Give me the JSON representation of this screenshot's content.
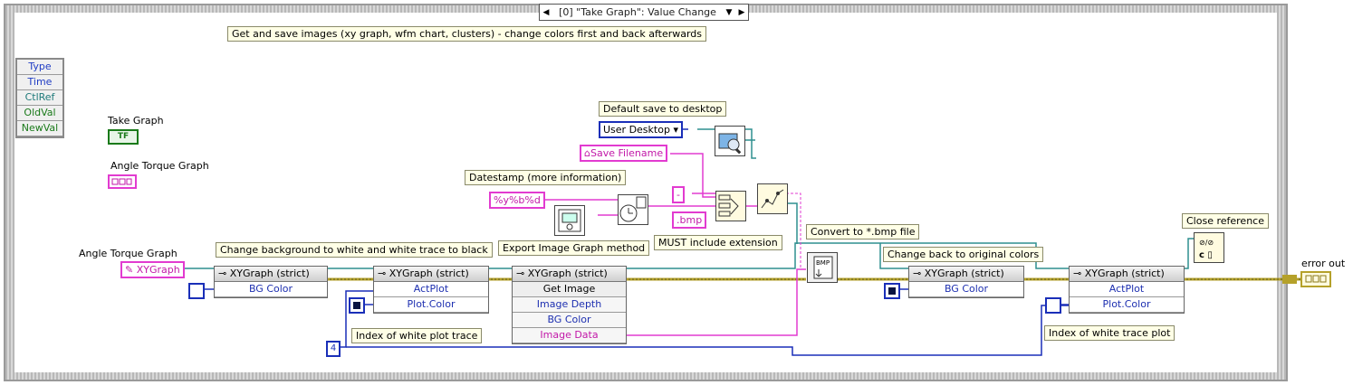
{
  "case_selector": {
    "label": "[0] \"Take Graph\": Value Change",
    "left_arrow": "◀",
    "right_arrow": "▶",
    "dropdown": "▼"
  },
  "event_data": [
    "Type",
    "Time",
    "CtlRef",
    "OldVal",
    "NewVal"
  ],
  "comments": {
    "main": "Get and save images (xy graph, wfm chart, clusters) - change colors first and back afterwards",
    "default_save": "Default save to desktop",
    "datestamp": "Datestamp (more information)",
    "must_ext": "MUST include extension",
    "convert": "Convert to *.bmp file",
    "change_back": "Change back to original colors",
    "close_ref": "Close reference",
    "change_bg": "Change background to white and white trace to black",
    "export": "Export Image Graph method",
    "index_white": "Index of white plot trace",
    "index_white2": "Index of white trace plot"
  },
  "labels": {
    "take_graph": "Take Graph",
    "angle_torque": "Angle Torque  Graph",
    "angle_torque2": "Angle Torque  Graph",
    "error_out": "error out",
    "tf": "TF"
  },
  "constants": {
    "user_desktop": "User Desktop",
    "save_filename": "Save Filename",
    "format": "%y%b%d",
    "dash": "-",
    "bmp": ".bmp",
    "xygraph_ref": "XYGraph",
    "index": "4"
  },
  "nodes": {
    "pn1": {
      "title": "XYGraph (strict)",
      "rows": [
        "BG Color"
      ]
    },
    "pn2": {
      "title": "XYGraph (strict)",
      "rows": [
        "ActPlot",
        "Plot.Color"
      ]
    },
    "invoke": {
      "title": "XYGraph (strict)",
      "rows": [
        "Get Image",
        "Image Depth",
        "BG Color",
        "Image Data"
      ]
    },
    "pn3": {
      "title": "XYGraph (strict)",
      "rows": [
        "BG Color"
      ]
    },
    "pn4": {
      "title": "XYGraph (strict)",
      "rows": [
        "ActPlot",
        "Plot.Color"
      ]
    }
  },
  "colors": {
    "blue_wire": "#1a2fb8",
    "pink_wire": "#e23bd0",
    "error_wire": "#b5a12a",
    "teal_wire": "#2e8f8f"
  }
}
